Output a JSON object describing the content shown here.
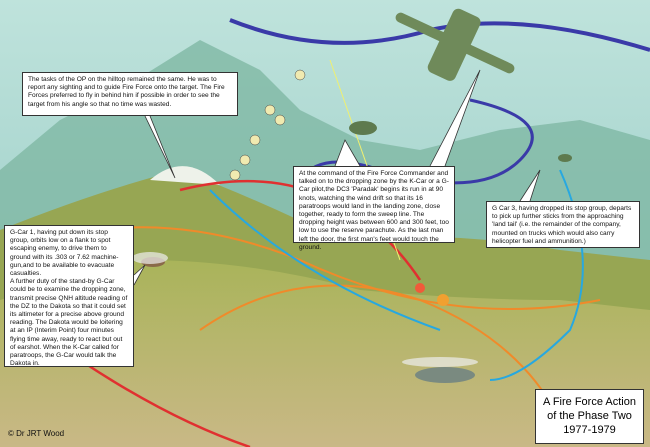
{
  "callouts": {
    "op": "The tasks of the OP on the hilltop remained the same. He was to report any sighting and to guide Fire Force onto the target. The Fire Forces preferred to fly in behind him if possible in order to see the target from his angle so that no time was wasted.",
    "gcar1": "G-Car 1, having put down its stop group, orbits low on a flank to spot escaping enemy, to drive them to ground with its .303 or 7.62 machine-gun,and to be available to evacuate casualties.",
    "gcar1_b": "A further duty of the stand-by G-Car could be to examine the dropping zone, transmit precise QNH altitude reading of the DZ to the Dakota so that it could set its altimeter for a precise above ground reading. The Dakota would be loitering at an IP (Interim Point) four minutes flying time away, ready to react but out of earshot. When the K-Car called for paratroops, the G-Car would talk the Dakota in.",
    "commander": "At the command of the Fire Force Commander and talked on to the dropping zone by the K-Car or a G-Car pilot,the DC3 'Paradak' begins its run in at 90 knots, watching the wind drift so that its 16 paratroops would land in the landing zone, close together, ready to form the sweep line. The dropping height was between 600 and 300 feet, too low to use the reserve parachute. As the last man left the door, the first man's feet would touch the ground.",
    "gcar3": "G Car 3, having dropped its stop group, departs to pick up further sticks from the approaching 'land tail' (i.e. the remainder of the company, mounted on trucks which would also carry helicopter fuel and ammunition.)"
  },
  "title": {
    "line1": "A Fire Force Action",
    "line2": "of the Phase Two",
    "line3": "1977-1979"
  },
  "copyright": "© Dr JRT Wood",
  "colors": {
    "sky": "#9ccfc8",
    "hills": "#b9b46a",
    "kcar_path": "#3a3aa8",
    "gcar1_path": "#e03030",
    "gcar3_path": "#27a8e0",
    "orange_path": "#f08a2a"
  }
}
